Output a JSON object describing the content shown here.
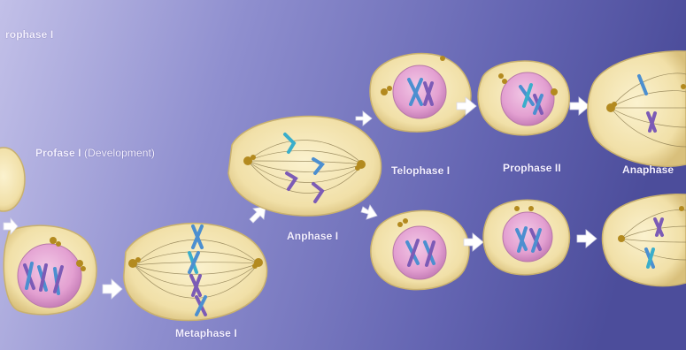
{
  "labels": {
    "prophase_i": "rophase I",
    "profase_bold": "Profase I",
    "profase_rest": " (Development)",
    "metaphase_i": "Metaphase I",
    "anphase_i": "Anphase I",
    "telophase_i": "Telophase I",
    "prophase_ii": "Prophase II",
    "anaphase": "Anaphase"
  },
  "colors": {
    "background_left": "#b9b7e3",
    "background_right": "#50529f",
    "cell_fill": "#f3e4b0",
    "cell_edge": "#c9b16e",
    "nucleus_fill": "#e7a5d4",
    "chromosome_blue": "#4c8fd0",
    "chromosome_purple": "#7c5bb6",
    "chromosome_teal": "#3aaecb",
    "centrosome": "#b38a1f",
    "arrow_fill": "#ffffff"
  }
}
